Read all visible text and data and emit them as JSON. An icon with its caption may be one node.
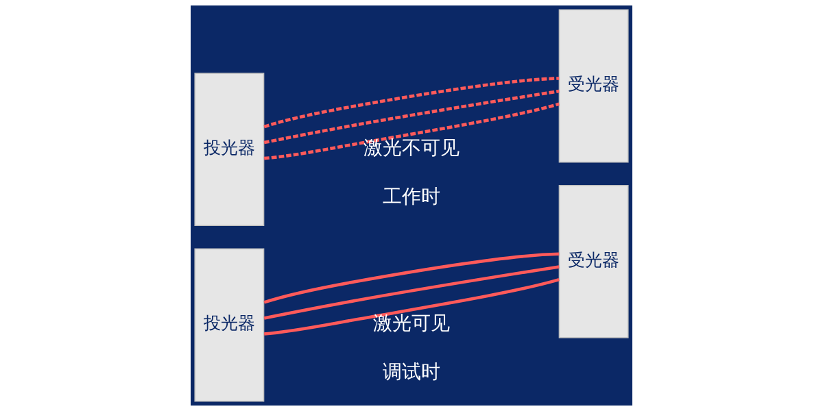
{
  "diagram": {
    "nodes": [
      {
        "text": [
          "投光器"
        ]
      },
      {
        "text": [
          "受光器"
        ]
      },
      {
        "text": [
          "投光器"
        ]
      },
      {
        "text": [
          "受光器"
        ]
      }
    ],
    "edges": [
      {
        "from": 0,
        "to": 1,
        "arrow": "none"
      },
      {
        "from": 0,
        "to": 1,
        "arrow": "none"
      },
      {
        "from": 0,
        "to": 1,
        "arrow": "none"
      },
      {
        "from": 2,
        "to": 3,
        "arrow": "none",
        "style": "dashed"
      },
      {
        "from": 2,
        "to": 3,
        "arrow": "none",
        "style": "dashed"
      },
      {
        "from": 2,
        "to": 3,
        "arrow": "none",
        "style": "dashed"
      }
    ],
    "labels": [
      "激光可见",
      "调试时",
      "激光不可见",
      "工作时"
    ]
  }
}
